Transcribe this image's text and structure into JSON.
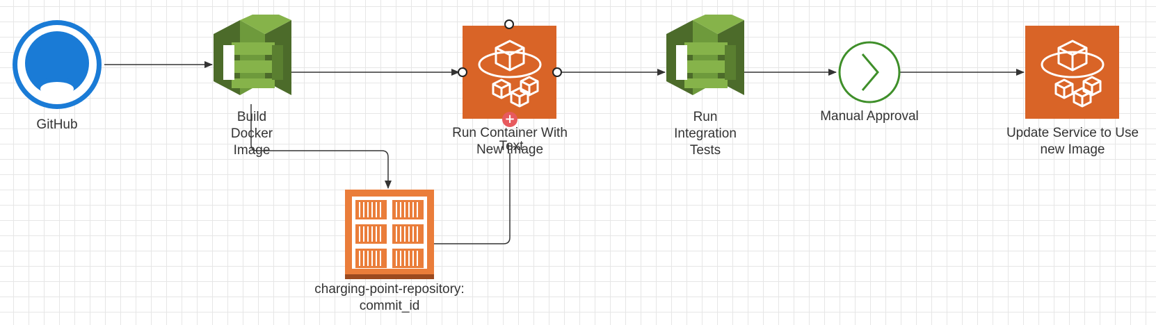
{
  "diagram": {
    "nodes": {
      "github": {
        "label": "GitHub",
        "icon": "github-icon",
        "color": "#1a7bd6"
      },
      "build": {
        "label": "Build Docker Image",
        "icon": "aws-codebuild-icon",
        "color": "#6a9a3a"
      },
      "run_container": {
        "label": "Run Container With New Image",
        "icon": "aws-fargate-icon",
        "color": "#d96427"
      },
      "integration": {
        "label": "Run Integration Tests",
        "icon": "aws-codebuild-icon",
        "color": "#6a9a3a"
      },
      "approval": {
        "label": "Manual Approval",
        "icon": "approval-chevron-icon",
        "color": "#3f8f2a"
      },
      "update": {
        "label": "Update Service to Use new Image",
        "icon": "aws-fargate-icon",
        "color": "#d96427"
      },
      "repository": {
        "label": "charging-point-repository: commit_id",
        "icon": "aws-ecr-repository-icon",
        "color": "#ea7d3a"
      }
    },
    "overlay_text": "Text",
    "add_button_symbol": "+"
  }
}
